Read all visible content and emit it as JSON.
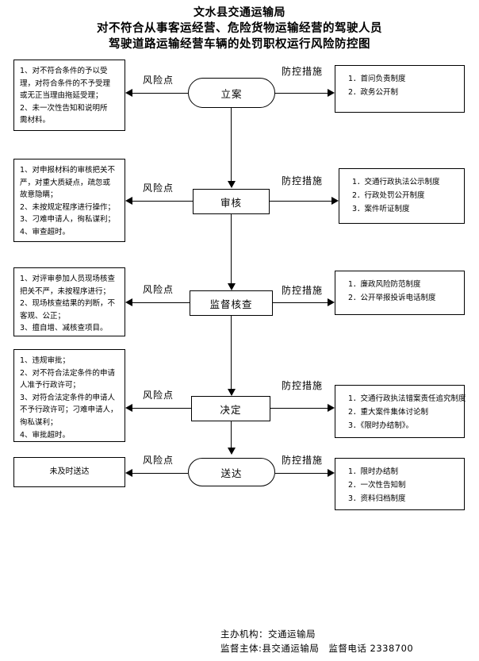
{
  "title": {
    "org": "文水县交通运输局",
    "line2": "对不符合从事客运经营、危险货物运输经营的驾驶人员",
    "line3": "驾驶道路运输经营车辆的处罚职权运行风险防控图"
  },
  "edge_labels": {
    "risk": "风险点",
    "measure": "防控措施"
  },
  "rows": [
    {
      "node": "立案",
      "shape": "stadium",
      "risk_lines": [
        "1、对不符合条件的予以受",
        "理，对符合条件的不予受理",
        "或无正当理由拖延受理；",
        "2、未一次性告知和说明所",
        "需材料。"
      ],
      "measure_lines": [
        "1．首问负责制度",
        "2．政务公开制"
      ]
    },
    {
      "node": "审核",
      "shape": "rect",
      "risk_lines": [
        "1、对申报材料的审核把关不",
        "严，对重大质疑点，疏忽或",
        "故意隐瞒；",
        "2、未按规定程序进行操作；",
        "3、刁难申请人，徇私谋利；",
        "4、审查超时。"
      ],
      "measure_lines": [
        "1．交通行政执法公示制度",
        "2．行政处罚公开制度",
        "3．案件听证制度"
      ]
    },
    {
      "node": "监督核查",
      "shape": "rect",
      "risk_lines": [
        "1、对评审参加人员现场核查",
        "把关不严，未按程序进行；",
        "2、现场核查结果的判断，不",
        "客观、公正；",
        "3、擅自增、减核查项目。"
      ],
      "measure_lines": [
        "1．廉政风险防范制度",
        "2．公开举报投诉电话制度"
      ]
    },
    {
      "node": "决定",
      "shape": "rect",
      "risk_lines": [
        "1、违规审批；",
        "2、对不符合法定条件的申请",
        "人准予行政许可；",
        "3、对符合法定条件的申请人",
        "不予行政许可；刁难申请人，",
        "徇私谋利；",
        "4、审批超时。"
      ],
      "measure_lines": [
        "1．交通行政执法错案责任追究制度",
        "2．重大案件集体讨论制",
        "3．《限时办结制》。"
      ]
    },
    {
      "node": "送达",
      "shape": "stadium",
      "risk_lines": [
        "未及时送达"
      ],
      "measure_lines": [
        "1．限时办结制",
        "2．一次性告知制",
        "3．资料归档制度"
      ]
    }
  ],
  "footer": {
    "line1": "主办机构：交通运输局",
    "line2": "监督主体:县交通运输局　监督电话 2338700"
  }
}
